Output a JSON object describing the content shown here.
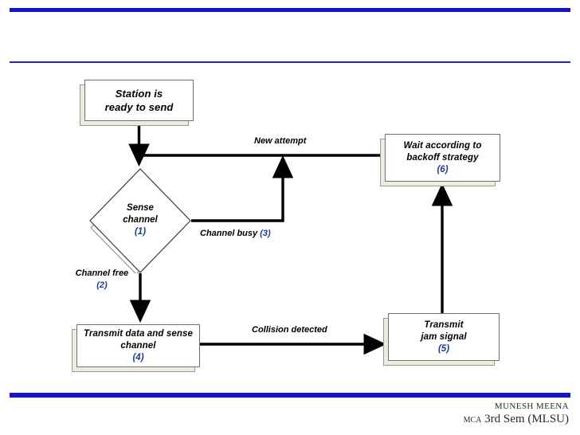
{
  "slide": {
    "accent_color": "#1414D2",
    "number_color": "#1F3C8C"
  },
  "nodes": {
    "start": {
      "name": "station-ready",
      "line1": "Station is",
      "line2": "ready to send"
    },
    "sense": {
      "name": "sense-channel",
      "line1": "Sense",
      "line2": "channel",
      "num": "(1)"
    },
    "transmit_data": {
      "name": "transmit-data-and-sense-channel",
      "line1": "Transmit data and sense",
      "line2": "channel",
      "num": "(4)"
    },
    "jam": {
      "name": "transmit-jam-signal",
      "line1": "Transmit",
      "line2": "jam signal",
      "num": "(5)"
    },
    "backoff": {
      "name": "wait-backoff-strategy",
      "line1": "Wait according to",
      "line2": "backoff strategy",
      "num": "(6)"
    }
  },
  "edges": {
    "new_attempt": "New attempt",
    "channel_busy_text": "Channel busy ",
    "channel_busy_num": "(3)",
    "channel_free_text": "Channel free",
    "channel_free_num": "(2)",
    "collision_detected": "Collision detected"
  },
  "footer": {
    "author": "MUNESH  MEENA",
    "course_prefix": "MCA",
    "course": " 3rd Sem (MLSU)"
  }
}
